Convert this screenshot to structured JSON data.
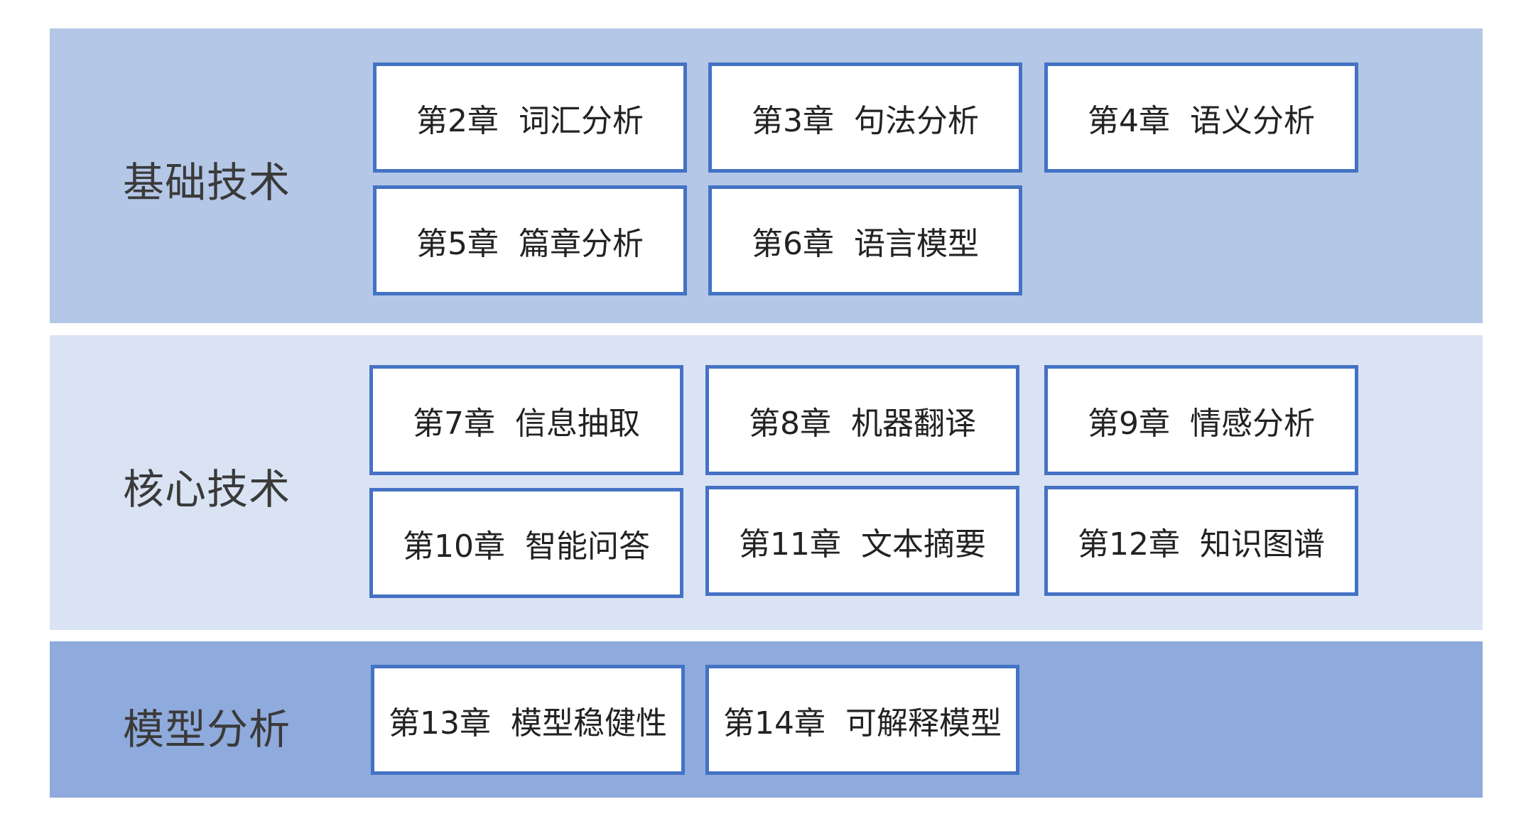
{
  "bands": [
    {
      "label": "基础技术",
      "chapters": [
        {
          "num": "第2章",
          "title": "词汇分析"
        },
        {
          "num": "第3章",
          "title": "句法分析"
        },
        {
          "num": "第4章",
          "title": "语义分析"
        },
        {
          "num": "第5章",
          "title": "篇章分析"
        },
        {
          "num": "第6章",
          "title": "语言模型"
        }
      ]
    },
    {
      "label": "核心技术",
      "chapters": [
        {
          "num": "第7章",
          "title": "信息抽取"
        },
        {
          "num": "第8章",
          "title": "机器翻译"
        },
        {
          "num": "第9章",
          "title": "情感分析"
        },
        {
          "num": "第10章",
          "title": "智能问答"
        },
        {
          "num": "第11章",
          "title": "文本摘要"
        },
        {
          "num": "第12章",
          "title": "知识图谱"
        }
      ]
    },
    {
      "label": "模型分析",
      "chapters": [
        {
          "num": "第13章",
          "title": "模型稳健性"
        },
        {
          "num": "第14章",
          "title": "可解释模型"
        }
      ]
    }
  ],
  "colors": {
    "band_basic": "#b4c7e7",
    "band_core": "#dae3f3",
    "band_model": "#8faadc",
    "box_border": "#4472c4"
  }
}
